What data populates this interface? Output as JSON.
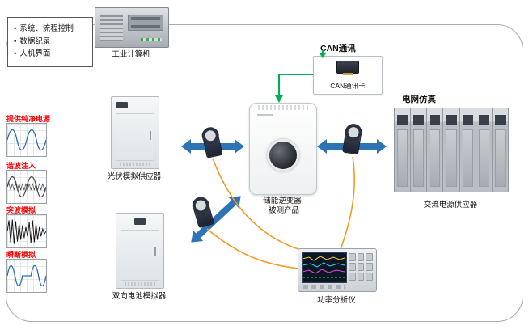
{
  "colors": {
    "arrow_blue": "#2e74b5",
    "can_green": "#00b050",
    "cable_orange": "#f59a23",
    "waveform_label_red": "#fe0000"
  },
  "control_panel": {
    "items": [
      "系统、流程控制",
      "数据纪录",
      "人机界面"
    ]
  },
  "industrial_computer": {
    "label": "工业计算机"
  },
  "can": {
    "title": "CAN通讯",
    "card_label": "CAN通讯卡"
  },
  "pv_simulator": {
    "label": "光伏模拟供应器"
  },
  "inverter": {
    "name": "储能逆变器",
    "role": "被测产品"
  },
  "grid_simulation": {
    "title": "电网仿真",
    "label": "交流电源供应器"
  },
  "battery_simulator": {
    "label": "双向电池模拟器"
  },
  "power_analyzer": {
    "label": "功率分析仪"
  },
  "waveforms": [
    {
      "label": "提供纯净电源",
      "type": "sine"
    },
    {
      "label": "谐波注入",
      "type": "harmonic"
    },
    {
      "label": "突波模拟",
      "type": "surge"
    },
    {
      "label": "瞬断模拟",
      "type": "interrupt"
    }
  ]
}
